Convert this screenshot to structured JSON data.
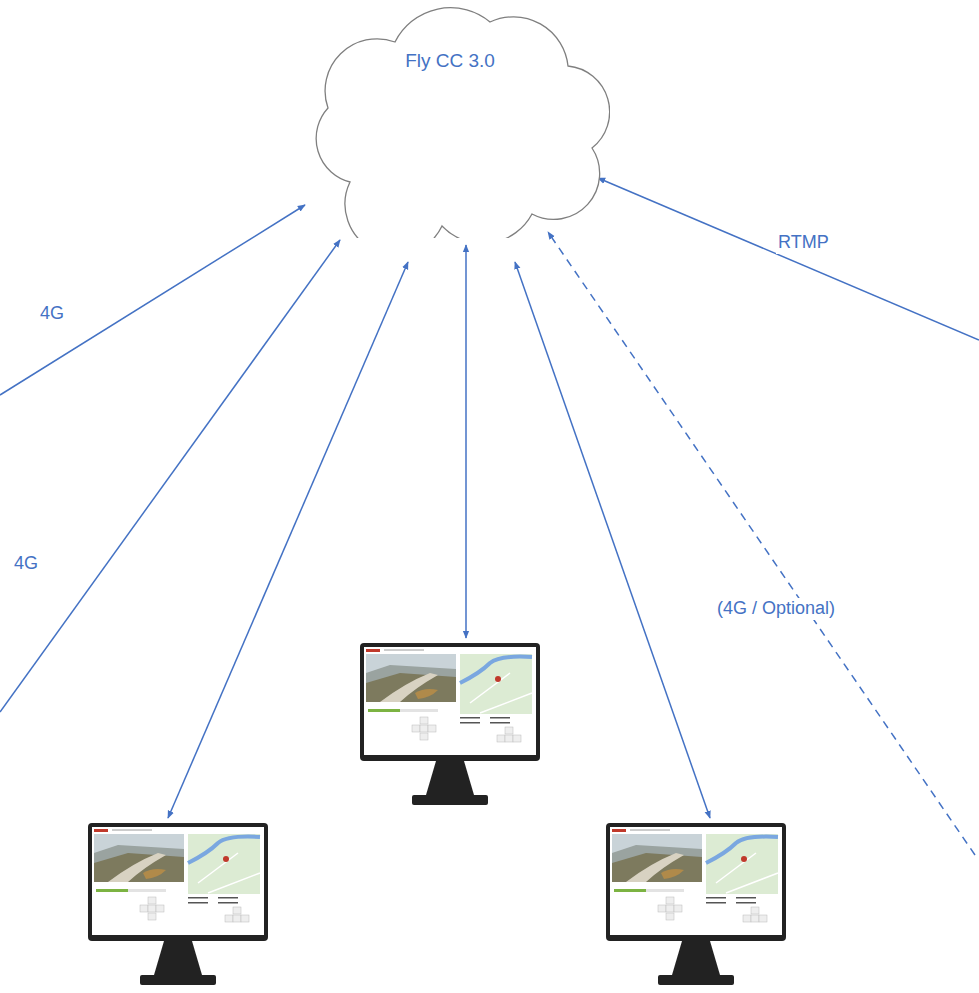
{
  "diagram": {
    "nodes": [
      {
        "text": [
          "Fly CC 3.0"
        ]
      }
    ],
    "labels": [
      "4G",
      "4G",
      "RTMP",
      "(4G / Optional)"
    ]
  }
}
